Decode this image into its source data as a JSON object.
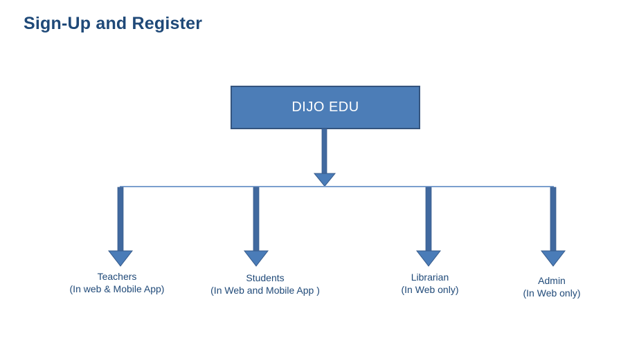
{
  "title": "Sign-Up and Register",
  "diagram": {
    "root": {
      "label": "DIJO EDU"
    },
    "branches": [
      {
        "name": "Teachers",
        "availability": "(In web & Mobile App)"
      },
      {
        "name": "Students",
        "availability": "(In Web and Mobile App )"
      },
      {
        "name": "Librarian",
        "availability": "(In Web only)"
      },
      {
        "name": "Admin",
        "availability": "(In Web only)"
      }
    ]
  },
  "colors": {
    "title_text": "#1F4978",
    "label_text": "#1F4978",
    "box_fill": "#4C7DB7",
    "box_border": "#34547E",
    "box_text": "#FFFFFF",
    "arrow_fill": "#4A7CB8",
    "arrow_shaft": "#41699F",
    "arrow_stroke": "#365A8A",
    "line": "#7B9FCE"
  }
}
